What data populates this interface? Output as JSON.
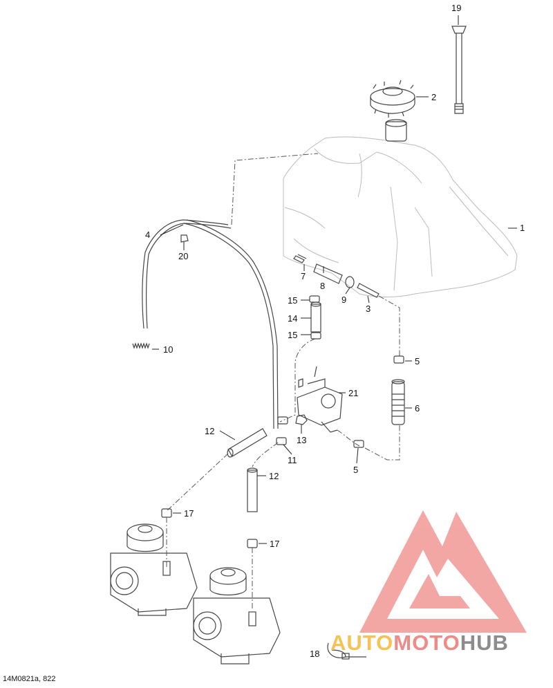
{
  "diagram_id": "14M0821a, 822",
  "callouts": {
    "c1": "1",
    "c2": "2",
    "c3": "3",
    "c4": "4",
    "c5a": "5",
    "c5b": "5",
    "c6": "6",
    "c7": "7",
    "c8": "8",
    "c9": "9",
    "c10": "10",
    "c11": "11",
    "c12a": "12",
    "c12b": "12",
    "c13": "13",
    "c14": "14",
    "c15a": "15",
    "c15b": "15",
    "c17a": "17",
    "c17b": "17",
    "c18": "18",
    "c19": "19",
    "c20": "20",
    "c21": "21"
  },
  "watermark": {
    "brand_part1": "AUTO",
    "brand_part2": "MOTO",
    "brand_part3": "HUB",
    "logo_color": "#f08a86",
    "text_colors": [
      "#f5c255",
      "#f08a86",
      "#8c8c8c"
    ]
  }
}
